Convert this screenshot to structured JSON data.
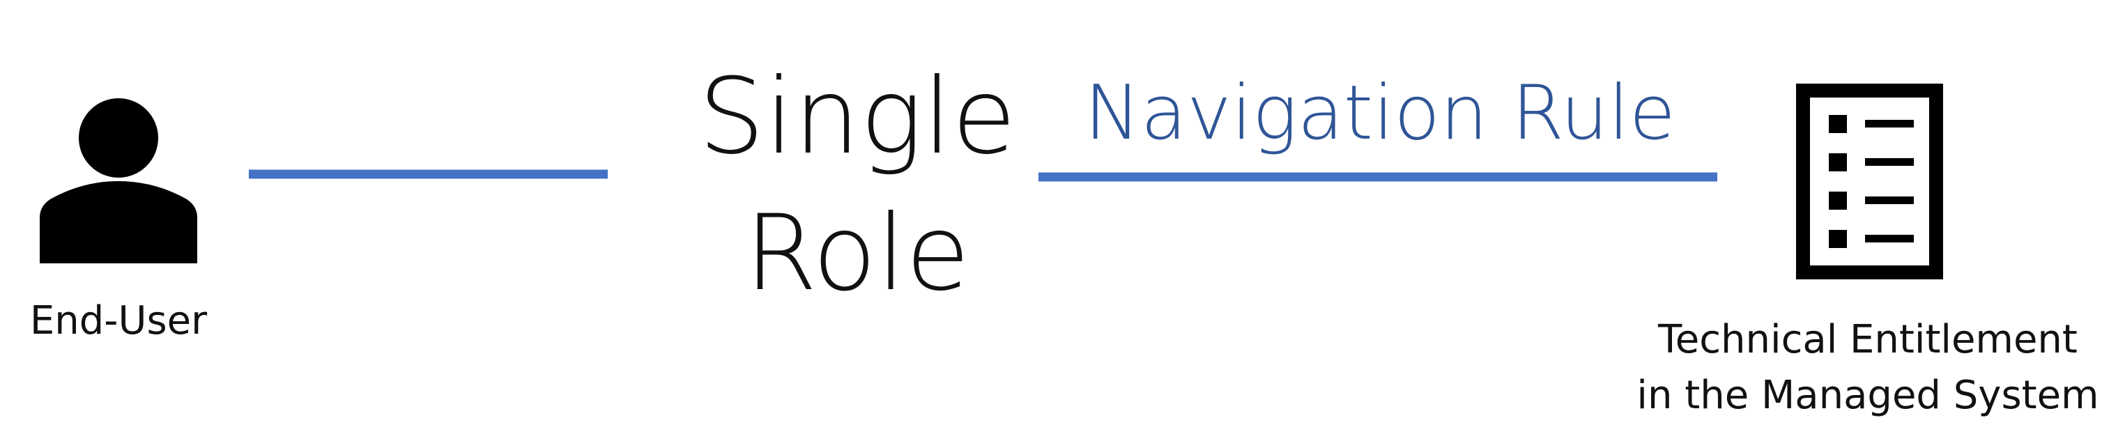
{
  "nodes": {
    "end_user": {
      "label": "End-User",
      "icon": "person-icon"
    },
    "single_role": {
      "label_lines": [
        "Single",
        "Role"
      ]
    },
    "technical_entitlement": {
      "label_lines": [
        "Technical Entitlement",
        "in the Managed System"
      ],
      "icon": "checklist-document-icon"
    }
  },
  "edges": {
    "user_to_role": {
      "label": ""
    },
    "role_to_entitlement": {
      "label": "Navigation Rule"
    }
  },
  "colors": {
    "connector": "#4472C4",
    "edge_label": "#2F5597",
    "icon": "#000000",
    "text": "#111111"
  }
}
